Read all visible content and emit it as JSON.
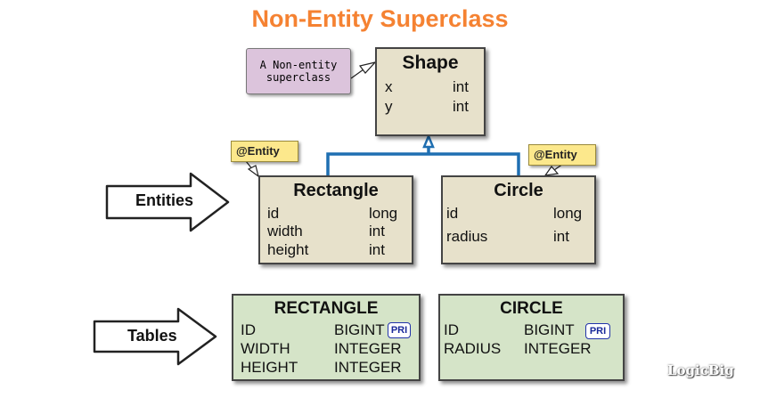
{
  "title": "Non-Entity Superclass",
  "note": {
    "line1": "A Non-entity",
    "line2": "superclass"
  },
  "shape": {
    "name": "Shape",
    "fields": [
      {
        "name": "x",
        "type": "int"
      },
      {
        "name": "y",
        "type": "int"
      }
    ]
  },
  "rectangle_entity": {
    "name": "Rectangle",
    "fields": [
      {
        "name": "id",
        "type": "long"
      },
      {
        "name": "width",
        "type": "int"
      },
      {
        "name": "height",
        "type": "int"
      }
    ]
  },
  "circle_entity": {
    "name": "Circle",
    "fields": [
      {
        "name": "id",
        "type": "long"
      },
      {
        "name": "radius",
        "type": "int"
      }
    ]
  },
  "annotations": {
    "rect_tag": "@Entity",
    "circle_tag": "@Entity"
  },
  "labels": {
    "entities": "Entities",
    "tables": "Tables"
  },
  "rectangle_table": {
    "name": "RECTANGLE",
    "columns": [
      {
        "name": "ID",
        "type": "BIGINT"
      },
      {
        "name": "WIDTH",
        "type": "INTEGER"
      },
      {
        "name": "HEIGHT",
        "type": "INTEGER"
      }
    ]
  },
  "circle_table": {
    "name": "CIRCLE",
    "columns": [
      {
        "name": "ID",
        "type": "BIGINT"
      },
      {
        "name": "RADIUS",
        "type": "INTEGER"
      }
    ]
  },
  "pk_badge": "PRI",
  "logo": "LogicBig",
  "colors": {
    "title": "#f58232",
    "entity_fill": "#e7e1cb",
    "table_fill": "#d5e4c8",
    "note_fill": "#dcc4dc",
    "tag_fill": "#fce88c",
    "inheritance_line": "#1f6fb2"
  }
}
